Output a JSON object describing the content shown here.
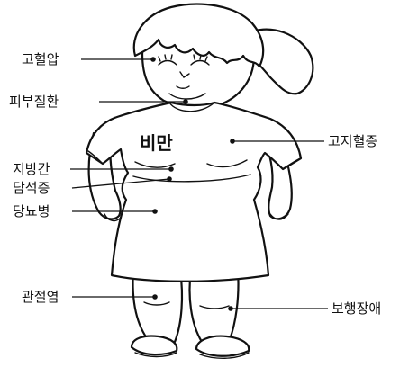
{
  "figure": {
    "title": "비만",
    "labels": {
      "hypertension": "고혈압",
      "skin_disease": "피부질환",
      "hyperlipidemia": "고지혈증",
      "fatty_liver": "지방간",
      "gallstones": "담석증",
      "diabetes": "당뇨병",
      "arthritis": "관절염",
      "gait_disorder": "보행장애"
    }
  }
}
